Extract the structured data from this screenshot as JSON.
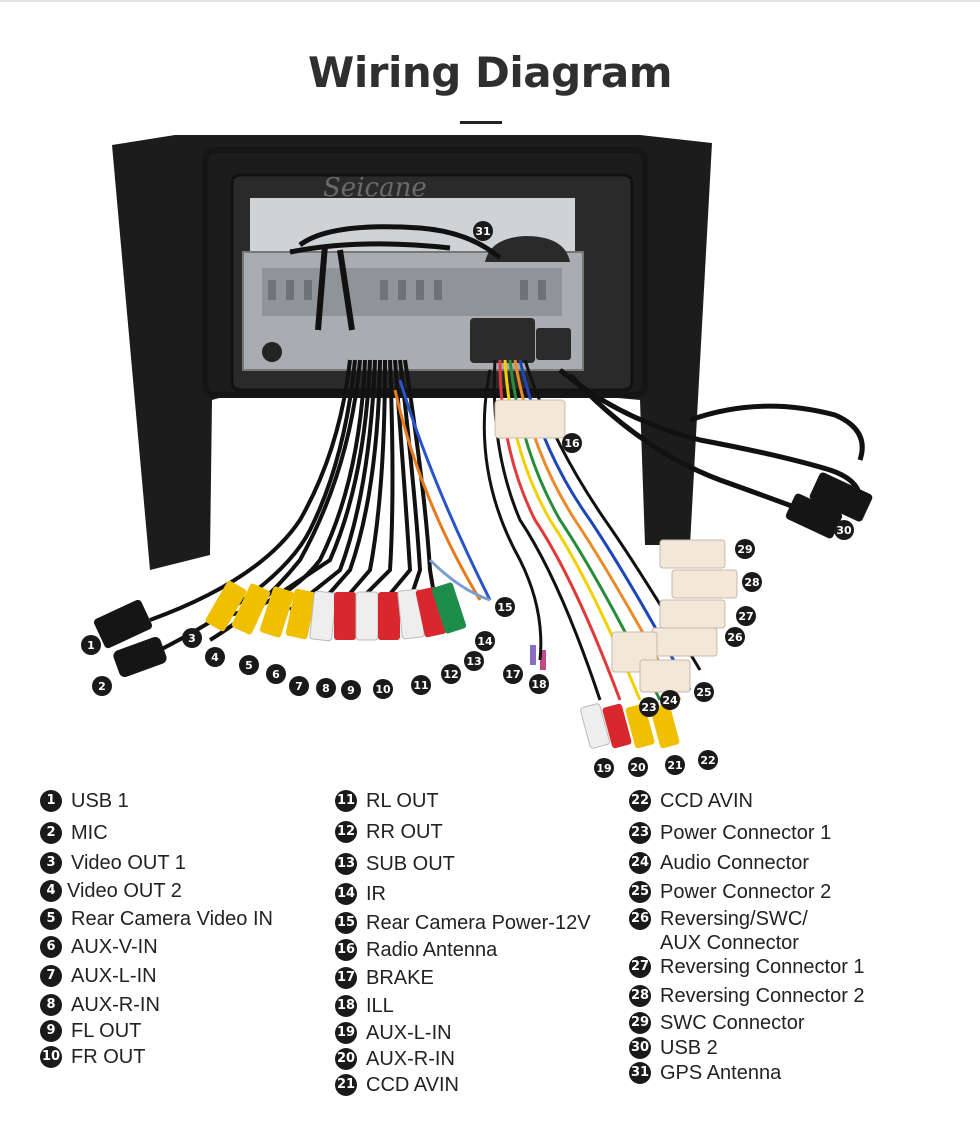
{
  "title": "Wiring Diagram",
  "watermark": "Seicane",
  "legend": [
    {
      "num": "1",
      "label": "USB 1"
    },
    {
      "num": "2",
      "label": "MIC"
    },
    {
      "num": "3",
      "label": "Video OUT 1"
    },
    {
      "num": "4",
      "label": "Video OUT 2"
    },
    {
      "num": "5",
      "label": "Rear Camera Video IN"
    },
    {
      "num": "6",
      "label": "AUX-V-IN"
    },
    {
      "num": "7",
      "label": "AUX-L-IN"
    },
    {
      "num": "8",
      "label": "AUX-R-IN"
    },
    {
      "num": "9",
      "label": "FL OUT"
    },
    {
      "num": "10",
      "label": "FR OUT"
    },
    {
      "num": "11",
      "label": "RL OUT"
    },
    {
      "num": "12",
      "label": "RR OUT"
    },
    {
      "num": "13",
      "label": "SUB OUT"
    },
    {
      "num": "14",
      "label": "IR"
    },
    {
      "num": "15",
      "label": "Rear Camera Power-12V"
    },
    {
      "num": "16",
      "label": "Radio Antenna"
    },
    {
      "num": "17",
      "label": "BRAKE"
    },
    {
      "num": "18",
      "label": "ILL"
    },
    {
      "num": "19",
      "label": "AUX-L-IN"
    },
    {
      "num": "20",
      "label": "AUX-R-IN"
    },
    {
      "num": "21",
      "label": "CCD AVIN"
    },
    {
      "num": "22",
      "label": "CCD AVIN"
    },
    {
      "num": "23",
      "label": "Power Connector 1"
    },
    {
      "num": "24",
      "label": "Audio Connector"
    },
    {
      "num": "25",
      "label": "Power Connector 2"
    },
    {
      "num": "26",
      "label": "Reversing/SWC/\nAUX Connector"
    },
    {
      "num": "27",
      "label": "Reversing Connector 1"
    },
    {
      "num": "28",
      "label": "Reversing Connector 2"
    },
    {
      "num": "29",
      "label": "SWC Connector"
    },
    {
      "num": "30",
      "label": "USB 2"
    },
    {
      "num": "31",
      "label": "GPS Antenna"
    }
  ],
  "colors": {
    "frame": "#1c1c1c",
    "cable": "#111111",
    "rca_yellow": "#f0c000",
    "rca_red": "#d8282e",
    "rca_white": "#eeeeee",
    "rca_green": "#1e8c4a",
    "connector": "#f3e7d8"
  }
}
